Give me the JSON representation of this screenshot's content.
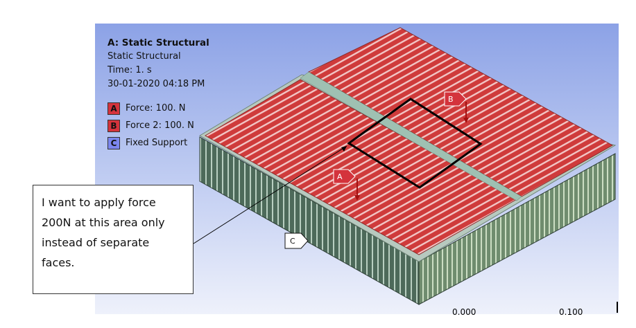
{
  "analysis": {
    "title": "A: Static Structural",
    "type": "Static Structural",
    "time": "Time: 1. s",
    "timestamp": "30-01-2020 04:18 PM"
  },
  "legend": [
    {
      "letter": "A",
      "label": "Force: 100. N",
      "color": "#d4333c"
    },
    {
      "letter": "B",
      "label": "Force 2: 100. N",
      "color": "#d4333c"
    },
    {
      "letter": "C",
      "label": "Fixed Support",
      "color": "#7b86ee"
    }
  ],
  "tags": {
    "a": "A",
    "b": "B",
    "c": "C"
  },
  "callout": {
    "line1": "I want to apply force",
    "line2": "200N at this area only",
    "line3": "instead of separate",
    "line4": "faces."
  },
  "scale": {
    "left": "0.000",
    "right": "0.100"
  },
  "colors": {
    "force_face": "#cf3b3b",
    "side_wall": "#4f6a5b",
    "support": "#7b86ee",
    "accent_stripe": "#f0d0d0"
  }
}
